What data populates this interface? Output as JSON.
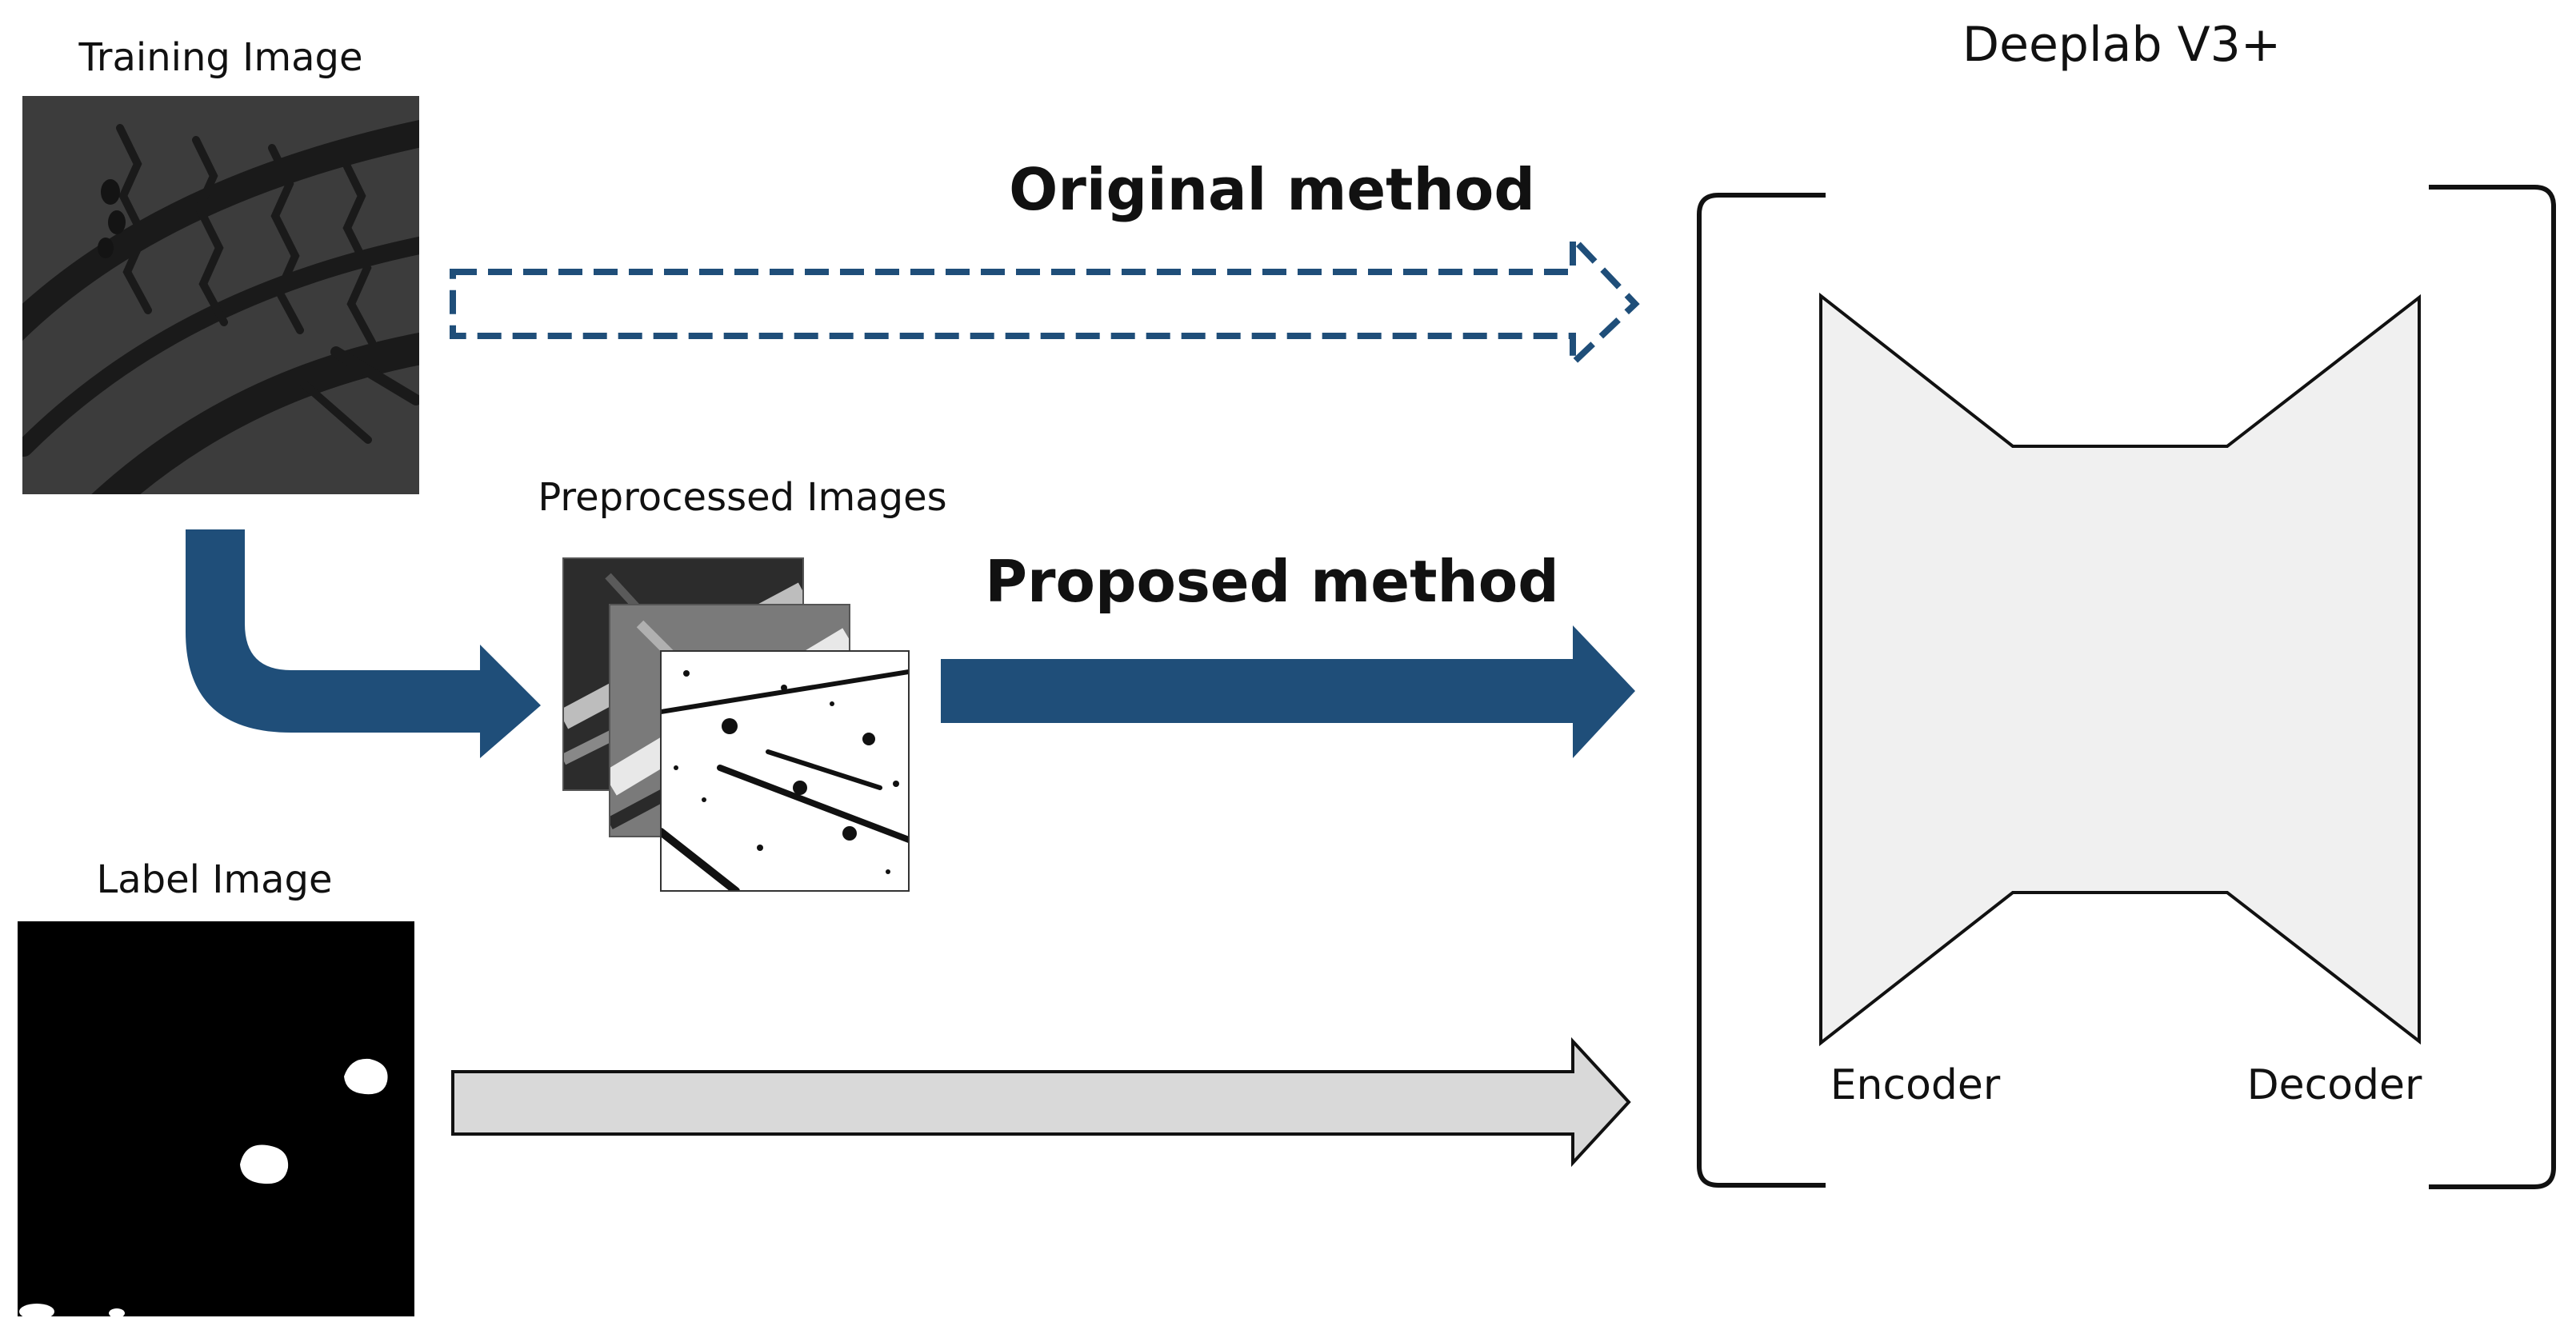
{
  "labels": {
    "training_image": "Training Image",
    "preprocessed_images": "Preprocessed Images",
    "label_image": "Label Image",
    "original_method": "Original method",
    "proposed_method": "Proposed method",
    "model": "Deeplab V3+",
    "encoder": "Encoder",
    "decoder": "Decoder"
  },
  "colors": {
    "arrow_blue": "#1f4e79",
    "arrow_gray": "#d9d9d9",
    "network_fill": "#f0f0f0",
    "image_dark": "#3c3c3c",
    "label_bg": "#000000"
  }
}
